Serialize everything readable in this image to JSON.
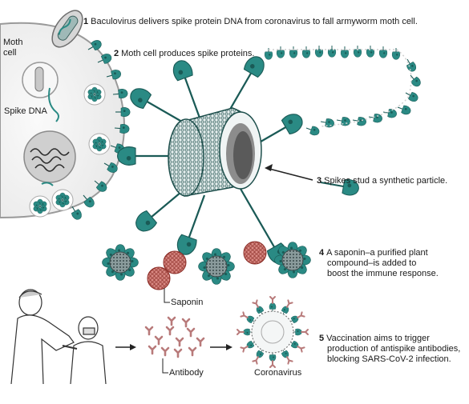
{
  "steps": [
    {
      "num": "1",
      "text": "Baculovirus delivers spike protein DNA from coronavirus to fall armyworm moth cell."
    },
    {
      "num": "2",
      "text": "Moth cell produces spike proteins."
    },
    {
      "num": "3",
      "text": "Spikes stud a synthetic particle."
    },
    {
      "num": "4",
      "lines": [
        "A saponin–a purified plant",
        "compound–is added to",
        "boost the immune response."
      ]
    },
    {
      "num": "5",
      "lines": [
        "Vaccination aims to trigger",
        "production of antispike antibodies,",
        "blocking SARS-CoV-2 infection."
      ]
    }
  ],
  "labels": {
    "moth_cell_line1": "Moth",
    "moth_cell_line2": "cell",
    "spike_dna": "Spike DNA",
    "saponin": "Saponin",
    "antibody": "Antibody",
    "coronavirus": "Coronavirus"
  },
  "colors": {
    "spike": "#2a8a84",
    "spike_dark": "#1a5a56",
    "cell_fill": "#f2f2f2",
    "cell_stroke": "#9a9a9a",
    "saponin": "#c0504d",
    "antibody": "#b87a7a",
    "particle": "#6e7f80"
  }
}
